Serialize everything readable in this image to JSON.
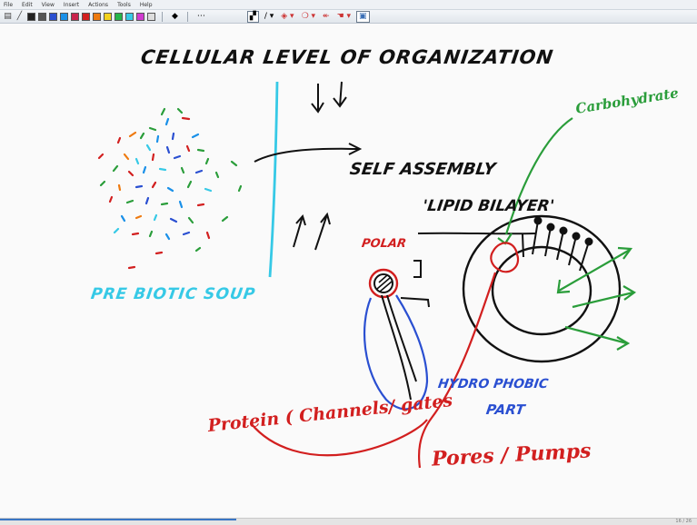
{
  "menu": {
    "items": [
      "File",
      "Edit",
      "View",
      "Insert",
      "Actions",
      "Tools",
      "Help"
    ]
  },
  "toolbar": {
    "colors": [
      "#222222",
      "#555555",
      "#2a4fd1",
      "#1a90e8",
      "#c8234b",
      "#d21f1f",
      "#ee7a10",
      "#f2d21e",
      "#27b54a",
      "#36c9e6",
      "#d03bd0",
      "#dddddd"
    ],
    "pen_icon": "pen-icon",
    "eraser_icon": "eraser-icon"
  },
  "canvas": {
    "title": "CELLULAR   LEVEL  OF  ORGANIZATION",
    "carbohydrate": "Carbohydrate",
    "self_assembly": "SELF  ASSEMBLY",
    "lipid_bilayer": "'LIPID  BILAYER'",
    "prebiotic_soup": "PRE BIOTIC  SOUP",
    "polar": "POLAR",
    "hydrophobic": "HYDRO PHOBIC",
    "part": "PART",
    "protein": "Protein ( Channels/ gates",
    "pores_pumps": "Pores /  Pumps"
  },
  "status": {
    "page": "16 / 26"
  }
}
